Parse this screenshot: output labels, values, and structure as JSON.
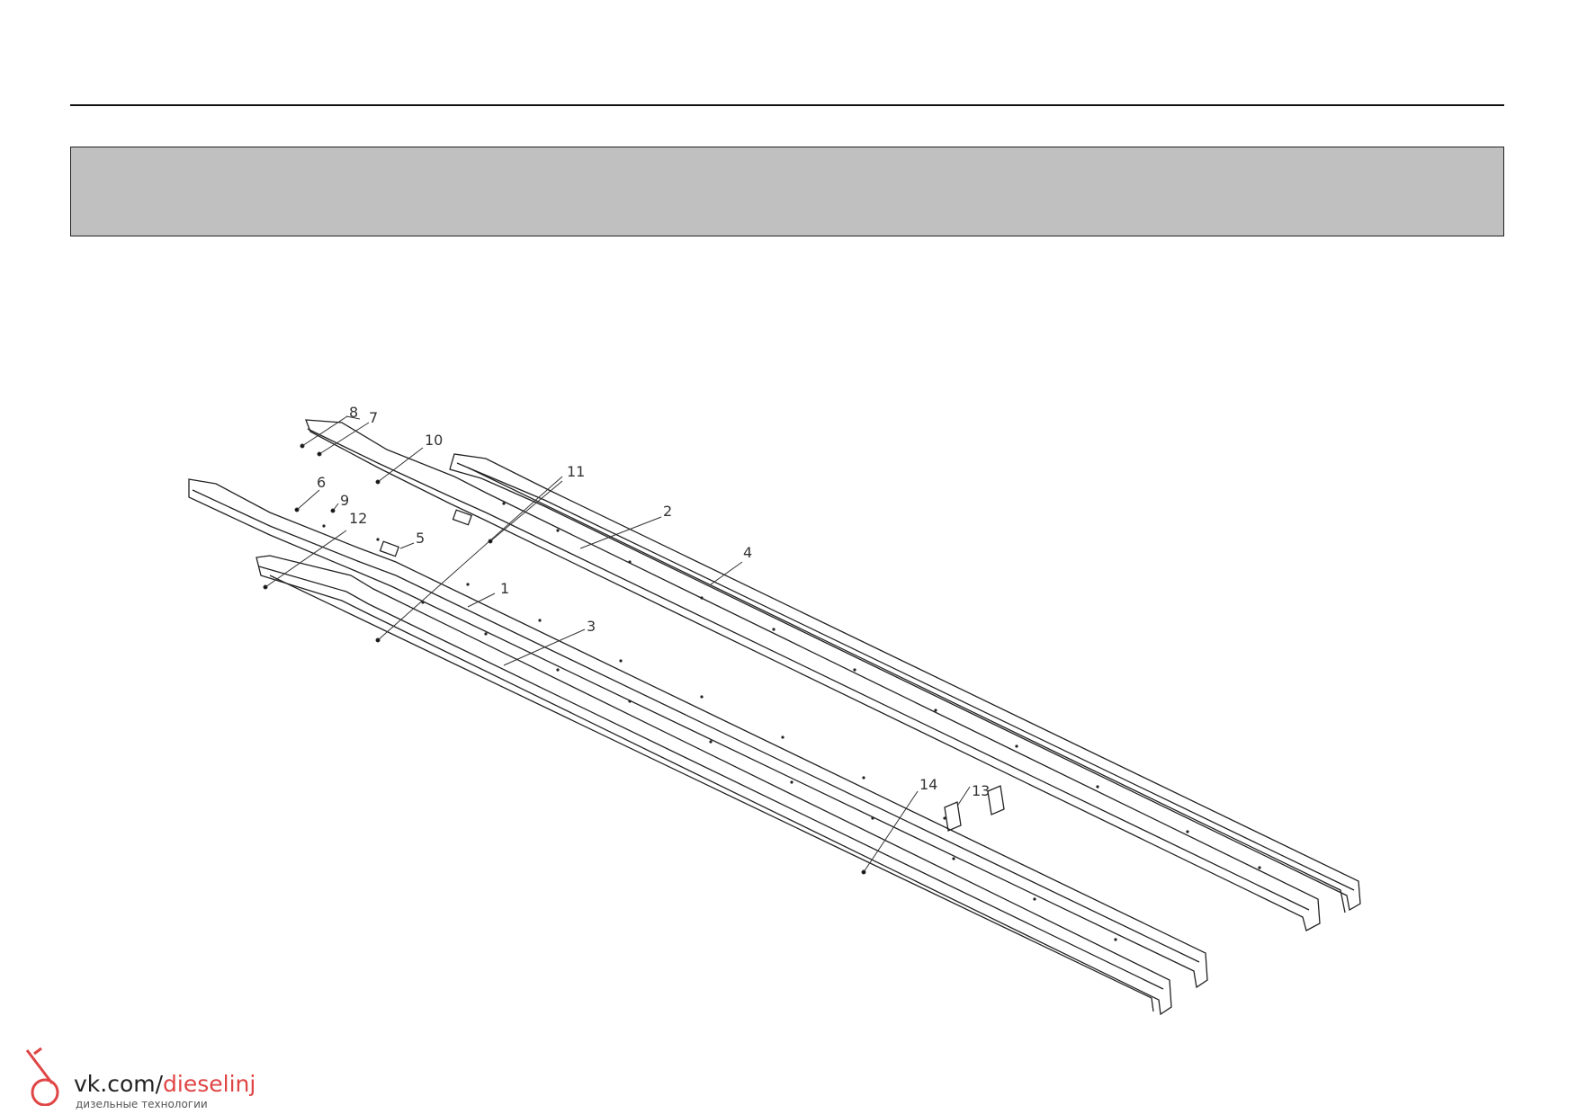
{
  "callouts": {
    "c1": "1",
    "c2": "2",
    "c3": "3",
    "c4": "4",
    "c5": "5",
    "c6": "6",
    "c7": "7",
    "c8": "8",
    "c9": "9",
    "c10": "10",
    "c11": "11",
    "c12": "12",
    "c13": "13",
    "c14": "14"
  },
  "watermark": {
    "host_prefix": "vk.com/",
    "host_name": "dieselinj",
    "tagline": "дизельные технологии",
    "accent_color": "#e04545"
  }
}
